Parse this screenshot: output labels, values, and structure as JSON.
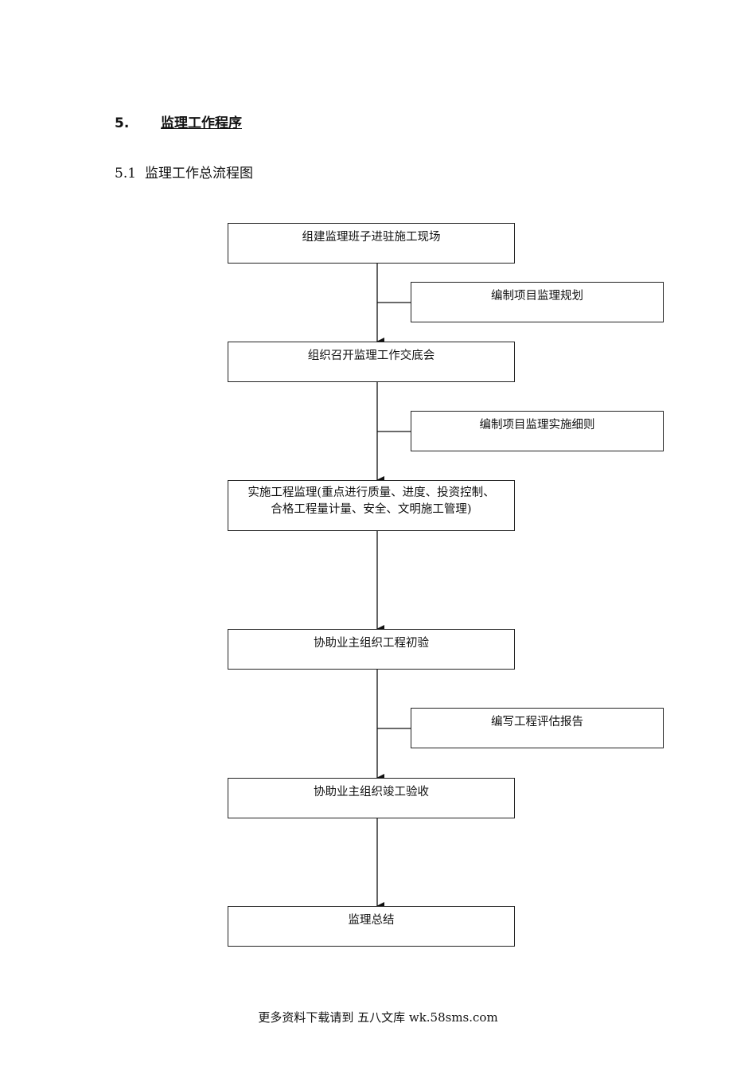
{
  "section": {
    "number": "5.",
    "title": "监理工作程序"
  },
  "subsection": {
    "number": "5.1",
    "title": "监理工作总流程图"
  },
  "flowchart": {
    "main_steps": [
      {
        "label": "组建监理班子进驻施工现场"
      },
      {
        "label": "组织召开监理工作交底会"
      },
      {
        "label": "实施工程监理(重点进行质量、进度、投资控制、合格工程量计量、安全、文明施工管理)"
      },
      {
        "label": "协助业主组织工程初验"
      },
      {
        "label": "协助业主组织竣工验收"
      },
      {
        "label": "监理总结"
      }
    ],
    "side_steps": [
      {
        "label": "编制项目监理规划",
        "between": [
          0,
          1
        ]
      },
      {
        "label": "编制项目监理实施细则",
        "between": [
          1,
          2
        ]
      },
      {
        "label": "编写工程评估报告",
        "between": [
          3,
          4
        ]
      }
    ],
    "step3_line1": "实施工程监理(重点进行质量、进度、投资控制、",
    "step3_line2": "合格工程量计量、安全、文明施工管理)"
  },
  "footer": {
    "text": "更多资料下载请到 五八文库 wk.58sms.com"
  }
}
